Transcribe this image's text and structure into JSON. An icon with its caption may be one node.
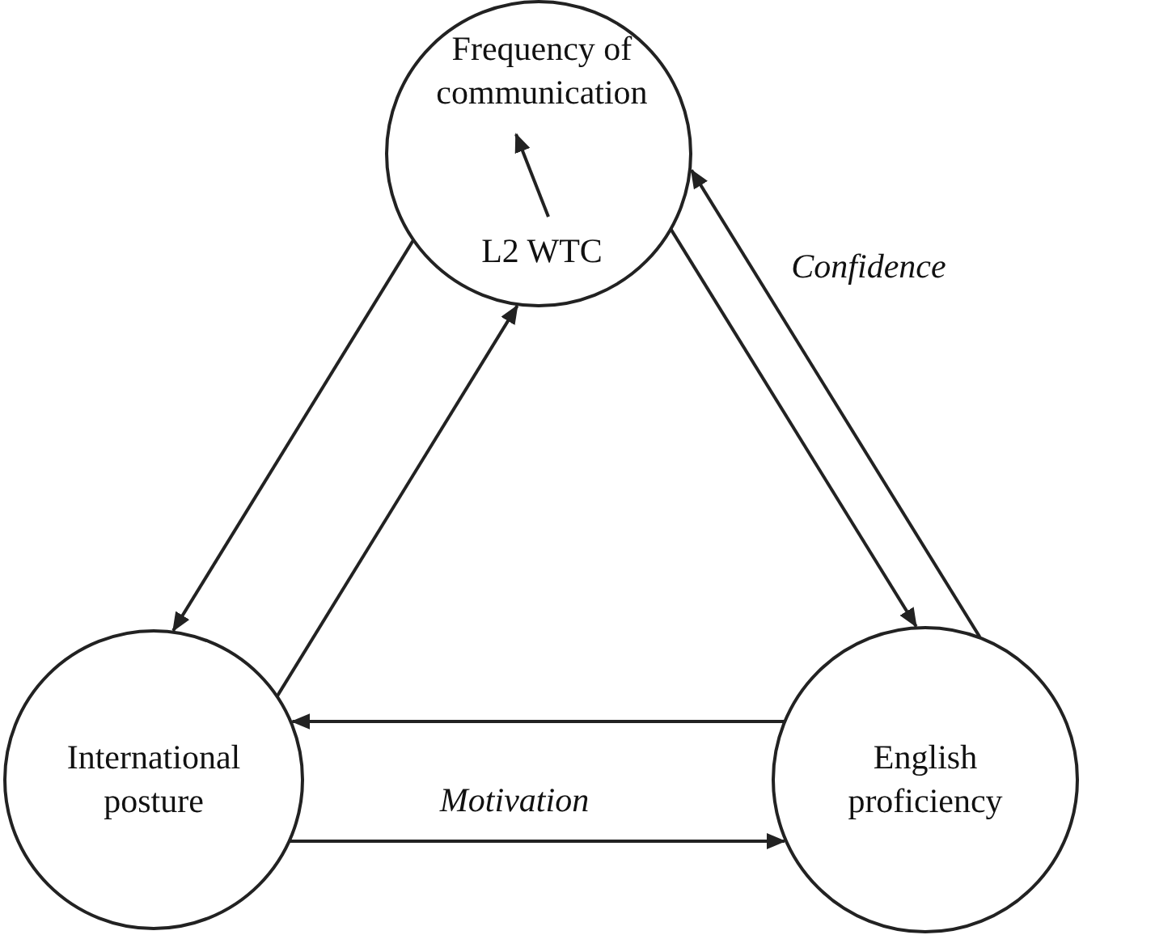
{
  "diagram": {
    "nodes": [
      {
        "text": [],
        "shape": "circle"
      },
      {
        "text": [
          "Frequency of communication"
        ],
        "in": 0
      },
      {
        "text": [
          "L2 WTC"
        ],
        "in": 0
      },
      {
        "text": [
          "International posture"
        ]
      },
      {
        "text": [
          "English proficiency"
        ]
      }
    ],
    "edges": [
      {
        "from": 0,
        "to": 3,
        "arrow": "to"
      },
      {
        "from": 3,
        "to": 0,
        "arrow": "to"
      },
      {
        "from": 0,
        "to": 4,
        "arrow": "to"
      },
      {
        "from": 4,
        "to": 0,
        "arrow": "to",
        "label": "Confidence"
      },
      {
        "from": 4,
        "to": 3,
        "arrow": "to"
      },
      {
        "from": 3,
        "to": 4,
        "arrow": "to",
        "label": "Motivation"
      },
      {
        "from": 2,
        "to": 1,
        "arrow": "to"
      }
    ]
  }
}
